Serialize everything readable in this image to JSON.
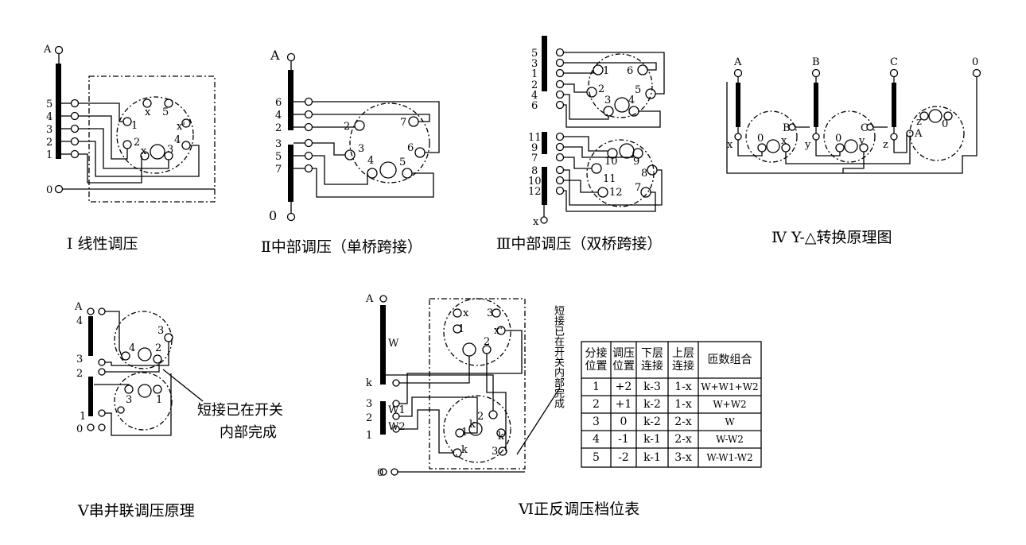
{
  "captions": {
    "d1": "Ⅰ  线性调压",
    "d2": "Ⅱ中部调压（单桥跨接）",
    "d3": "Ⅲ中部调压（双桥跨接）",
    "d4": "Ⅳ Y-△转换原理图",
    "d5": "Ⅴ串并联调压原理",
    "d6": "Ⅵ正反调压档位表"
  },
  "labels": {
    "A": "A",
    "B": "B",
    "C": "C",
    "zero": "0",
    "x": "x",
    "y": "y",
    "z": "z",
    "W": "W",
    "W1": "W1",
    "W2": "W2",
    "k": "k",
    "kp": "k'",
    "xp": "x'",
    "n1": "1",
    "n2": "2",
    "n3": "3",
    "n4": "4",
    "n5": "5",
    "n6": "6",
    "n7": "7",
    "n8": "8",
    "n9": "9",
    "n10": "10",
    "n11": "11",
    "n12": "12"
  },
  "notes": {
    "shorted_line1": "短接已在开关",
    "shorted_line2": "内部完成",
    "shorted_vertical": "短接已在开关内部完成"
  },
  "table": {
    "headers": [
      "分接位置",
      "调压位置",
      "下层连接",
      "上层连接",
      "匝数组合"
    ],
    "rows": [
      [
        "1",
        "+2",
        "k-3",
        "1-x",
        "W+W1+W2"
      ],
      [
        "2",
        "+1",
        "k-2",
        "1-x",
        "W+W2"
      ],
      [
        "3",
        "0",
        "k-2",
        "2-x",
        "W"
      ],
      [
        "4",
        "-1",
        "k-1",
        "2-x",
        "W-W2"
      ],
      [
        "5",
        "-2",
        "k-1",
        "3-x",
        "W-W1-W2"
      ]
    ]
  }
}
